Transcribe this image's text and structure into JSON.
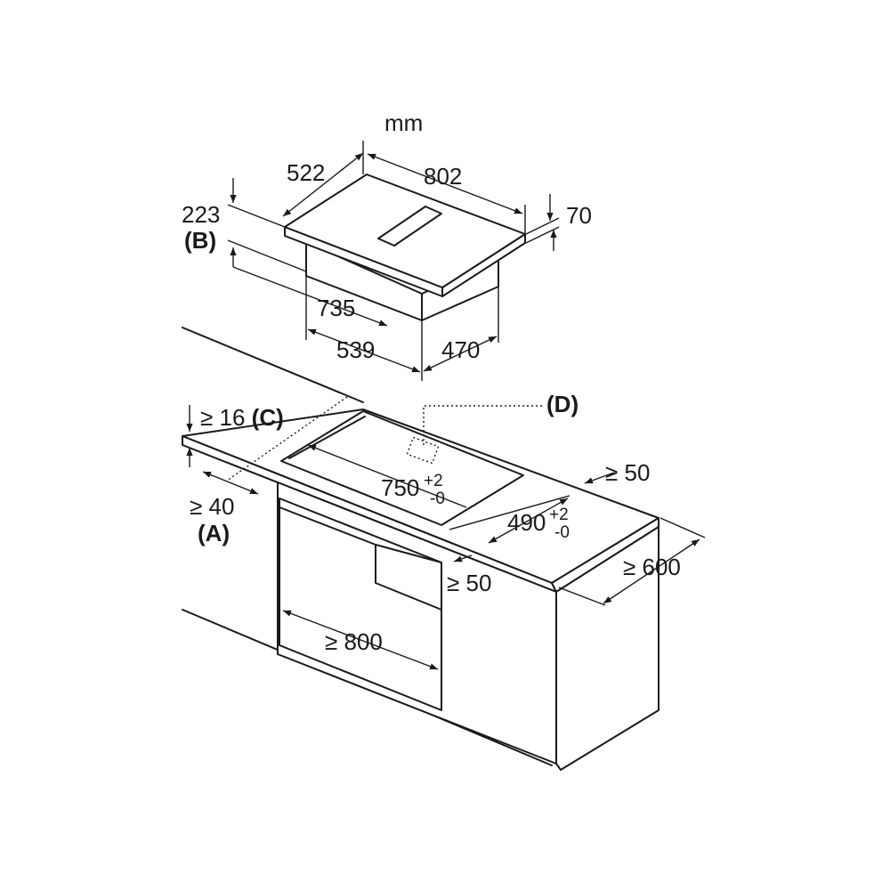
{
  "unit": "mm",
  "hob": {
    "depth": "522",
    "width": "802",
    "height_total": "223",
    "ref_b": "B",
    "top_thickness": "70",
    "body_width": "735",
    "body_depth_left": "539",
    "body_depth_right": "470"
  },
  "worktop": {
    "front_gap": "≥ 16",
    "ref_c": "C",
    "ref_d": "D",
    "cutout_width": "750",
    "cutout_width_tol_plus": "+2",
    "cutout_width_tol_minus": "-0",
    "cutout_depth": "490",
    "cutout_depth_tol_plus": "+2",
    "cutout_depth_tol_minus": "-0",
    "back_gap": "≥ 50",
    "front_edge_gap": "≥ 40",
    "ref_a": "A",
    "side_gap": "≥ 50",
    "worktop_depth": "≥ 600",
    "cabinet_width": "≥ 800"
  }
}
